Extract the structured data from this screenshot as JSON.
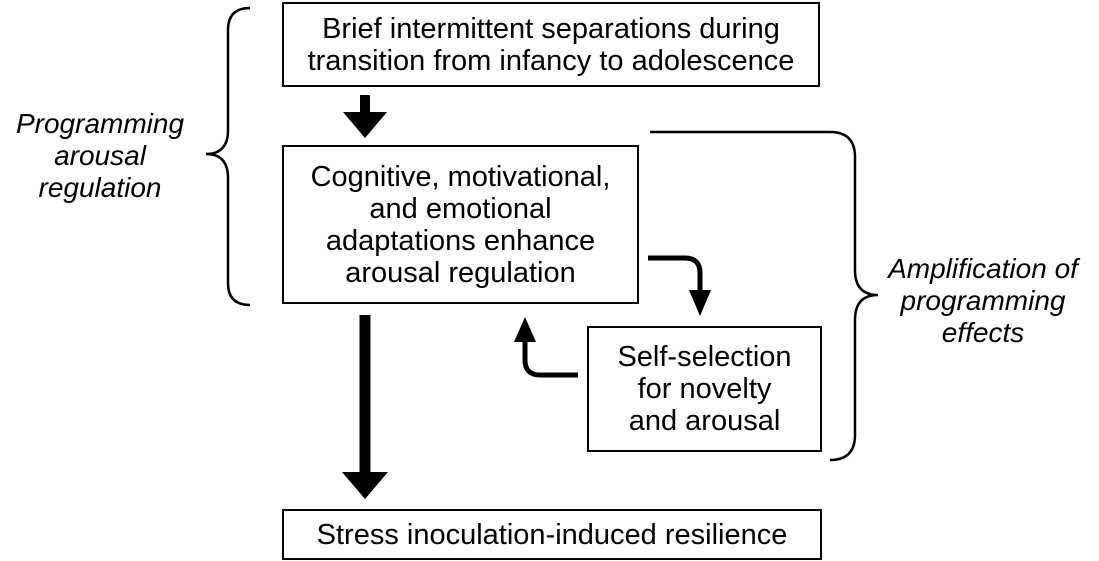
{
  "boxes": {
    "separations": "Brief intermittent separations during\ntransition from infancy to adolescence",
    "adaptations": "Cognitive, motivational,\nand emotional\nadaptations enhance\narousal regulation",
    "self_selection": "Self-selection\nfor novelty\nand arousal",
    "resilience": "Stress inoculation-induced resilience"
  },
  "labels": {
    "programming": "Programming\narousal\nregulation",
    "amplification": "Amplification of\nprogramming\neffects"
  }
}
